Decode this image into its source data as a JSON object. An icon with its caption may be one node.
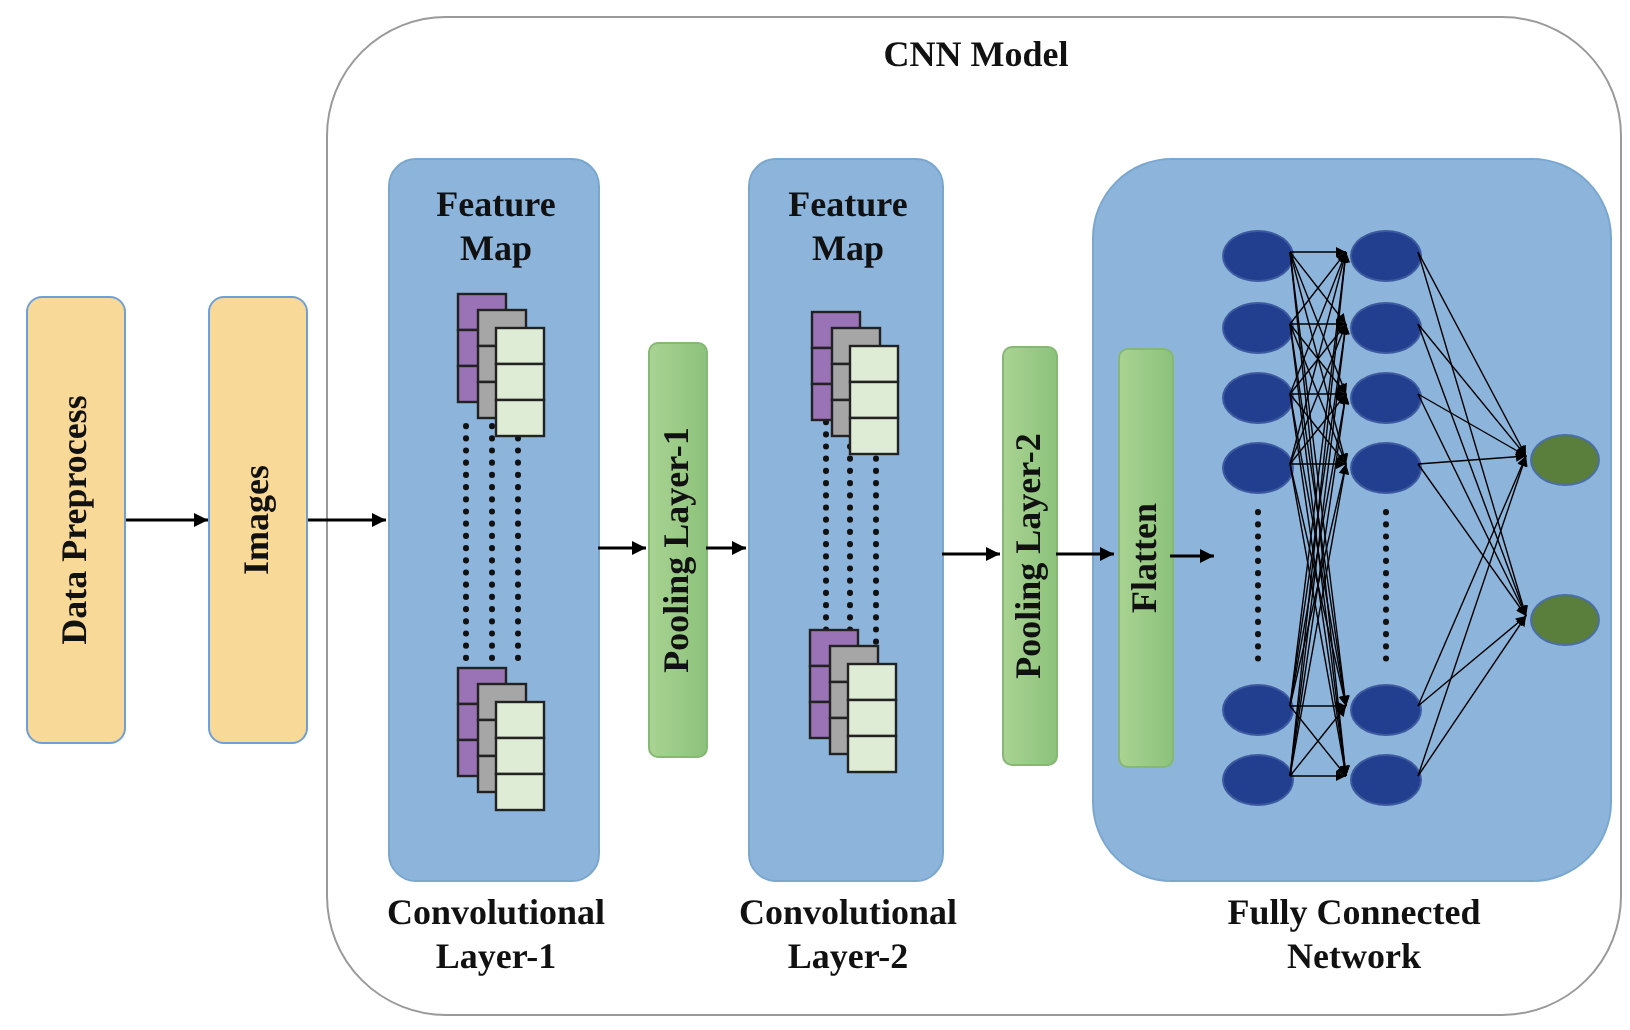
{
  "diagram": {
    "nodes": [
      {
        "text": [
          "CNN Model"
        ]
      },
      {
        "text": [
          "Data Preprocess"
        ]
      },
      {
        "text": [
          "Images"
        ]
      },
      {
        "text": [
          "Feature Map",
          "Convolutional Layer-1"
        ],
        "in": 0
      },
      {
        "text": [
          "Pooling Layer-1"
        ],
        "in": 0
      },
      {
        "text": [
          "Feature Map",
          "Convolutional Layer-2"
        ],
        "in": 0
      },
      {
        "text": [
          "Pooling Layer-2"
        ],
        "in": 0
      },
      {
        "text": [
          "Fully Connected Network"
        ],
        "in": 0
      },
      {
        "text": [
          "Flatten"
        ],
        "in": 7
      },
      {
        "text": [],
        "shape": "circle",
        "in": 7
      },
      {
        "text": [],
        "shape": "circle",
        "in": 7
      },
      {
        "text": [],
        "shape": "circle",
        "in": 7
      },
      {
        "text": [],
        "shape": "circle",
        "in": 7
      },
      {
        "text": [],
        "shape": "circle",
        "in": 7
      },
      {
        "text": [],
        "shape": "circle",
        "in": 7
      },
      {
        "text": [],
        "shape": "circle",
        "in": 7
      },
      {
        "text": [],
        "shape": "circle",
        "in": 7
      },
      {
        "text": [],
        "shape": "circle",
        "in": 7
      },
      {
        "text": [],
        "shape": "circle",
        "in": 7
      },
      {
        "text": [],
        "shape": "circle",
        "in": 7
      },
      {
        "text": [],
        "shape": "circle",
        "in": 7
      },
      {
        "text": [],
        "shape": "circle",
        "in": 7
      },
      {
        "text": [],
        "shape": "circle",
        "in": 7
      }
    ],
    "edges": [
      {
        "from": 1,
        "to": 2,
        "arrow": "to"
      },
      {
        "from": 2,
        "to": 3,
        "arrow": "to"
      },
      {
        "from": 3,
        "to": 4,
        "arrow": "to"
      },
      {
        "from": 4,
        "to": 5,
        "arrow": "to"
      },
      {
        "from": 5,
        "to": 6,
        "arrow": "to"
      },
      {
        "from": 6,
        "to": 8,
        "arrow": "to"
      },
      {
        "from": 8,
        "to": null,
        "arrow": "to"
      },
      {
        "from": 9,
        "to": 15,
        "arrow": "to"
      },
      {
        "from": 9,
        "to": 16,
        "arrow": "to"
      },
      {
        "from": 9,
        "to": 17,
        "arrow": "to"
      },
      {
        "from": 9,
        "to": 18,
        "arrow": "to"
      },
      {
        "from": 9,
        "to": 19,
        "arrow": "to"
      },
      {
        "from": 9,
        "to": 20,
        "arrow": "to"
      },
      {
        "from": 10,
        "to": 15,
        "arrow": "to"
      },
      {
        "from": 10,
        "to": 16,
        "arrow": "to"
      },
      {
        "from": 10,
        "to": 17,
        "arrow": "to"
      },
      {
        "from": 10,
        "to": 18,
        "arrow": "to"
      },
      {
        "from": 10,
        "to": 19,
        "arrow": "to"
      },
      {
        "from": 10,
        "to": 20,
        "arrow": "to"
      },
      {
        "from": 11,
        "to": 15,
        "arrow": "to"
      },
      {
        "from": 11,
        "to": 16,
        "arrow": "to"
      },
      {
        "from": 11,
        "to": 17,
        "arrow": "to"
      },
      {
        "from": 11,
        "to": 18,
        "arrow": "to"
      },
      {
        "from": 11,
        "to": 19,
        "arrow": "to"
      },
      {
        "from": 11,
        "to": 20,
        "arrow": "to"
      },
      {
        "from": 12,
        "to": 15,
        "arrow": "to"
      },
      {
        "from": 12,
        "to": 16,
        "arrow": "to"
      },
      {
        "from": 12,
        "to": 17,
        "arrow": "to"
      },
      {
        "from": 12,
        "to": 18,
        "arrow": "to"
      },
      {
        "from": 12,
        "to": 19,
        "arrow": "to"
      },
      {
        "from": 12,
        "to": 20,
        "arrow": "to"
      },
      {
        "from": 13,
        "to": 15,
        "arrow": "to"
      },
      {
        "from": 13,
        "to": 16,
        "arrow": "to"
      },
      {
        "from": 13,
        "to": 17,
        "arrow": "to"
      },
      {
        "from": 13,
        "to": 18,
        "arrow": "to"
      },
      {
        "from": 13,
        "to": 19,
        "arrow": "to"
      },
      {
        "from": 13,
        "to": 20,
        "arrow": "to"
      },
      {
        "from": 14,
        "to": 15,
        "arrow": "to"
      },
      {
        "from": 14,
        "to": 16,
        "arrow": "to"
      },
      {
        "from": 14,
        "to": 17,
        "arrow": "to"
      },
      {
        "from": 14,
        "to": 18,
        "arrow": "to"
      },
      {
        "from": 14,
        "to": 19,
        "arrow": "to"
      },
      {
        "from": 14,
        "to": 20,
        "arrow": "to"
      },
      {
        "from": 15,
        "to": 21,
        "arrow": "to"
      },
      {
        "from": 15,
        "to": 22,
        "arrow": "to"
      },
      {
        "from": 16,
        "to": 21,
        "arrow": "to"
      },
      {
        "from": 16,
        "to": 22,
        "arrow": "to"
      },
      {
        "from": 17,
        "to": 21,
        "arrow": "to"
      },
      {
        "from": 17,
        "to": 22,
        "arrow": "to"
      },
      {
        "from": 18,
        "to": 21,
        "arrow": "to"
      },
      {
        "from": 18,
        "to": 22,
        "arrow": "to"
      },
      {
        "from": 19,
        "to": 21,
        "arrow": "to"
      },
      {
        "from": 19,
        "to": 22,
        "arrow": "to"
      },
      {
        "from": 20,
        "to": 21,
        "arrow": "to"
      },
      {
        "from": 20,
        "to": 22,
        "arrow": "to"
      }
    ]
  }
}
